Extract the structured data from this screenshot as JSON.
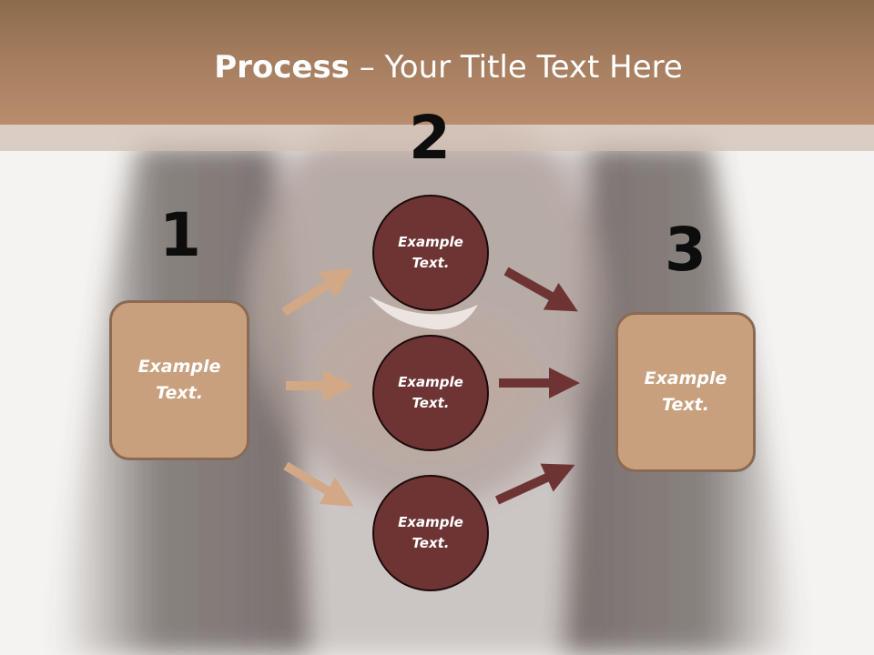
{
  "title": {
    "bold": "Process",
    "rest": " – Your Title Text Here"
  },
  "steps": [
    {
      "number": "1",
      "text_line1": "Example",
      "text_line2": "Text."
    },
    {
      "number": "2"
    },
    {
      "number": "3",
      "text_line1": "Example",
      "text_line2": "Text."
    }
  ],
  "circles": [
    {
      "text_line1": "Example",
      "text_line2": "Text."
    },
    {
      "text_line1": "Example",
      "text_line2": "Text."
    },
    {
      "text_line1": "Example",
      "text_line2": "Text."
    }
  ],
  "colors": {
    "title_band": "#a47c5e",
    "box_fill": "#c8a07e",
    "circle_fill": "#6e3434",
    "light_arrow": "#d2a886",
    "dark_arrow": "#6e3434"
  }
}
